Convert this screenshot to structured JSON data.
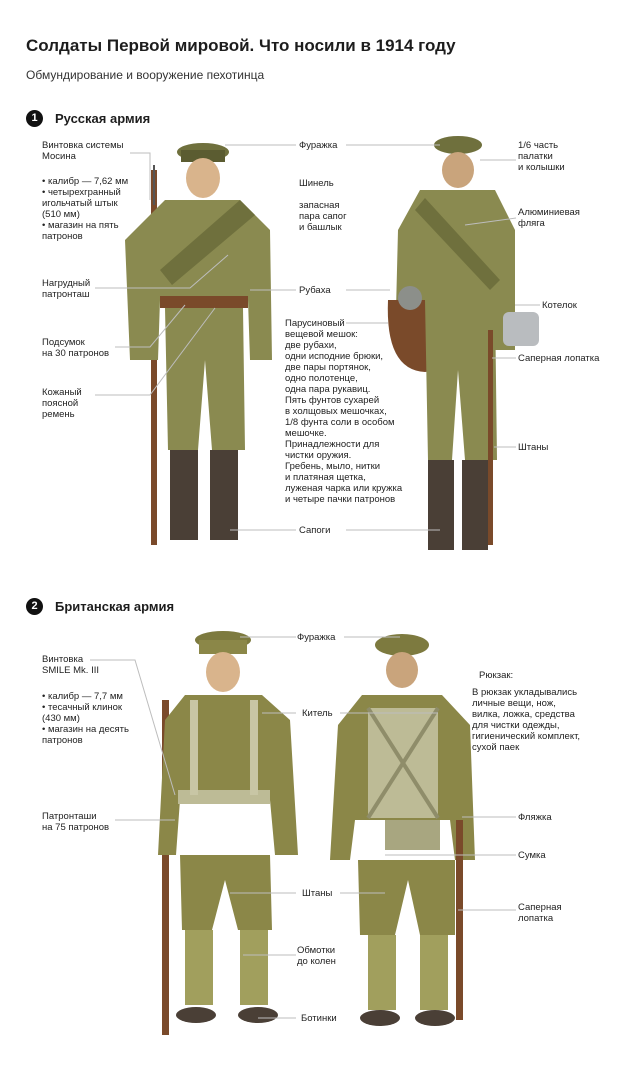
{
  "header": {
    "title": "Солдаты Первой мировой. Что носили в 1914 году",
    "subtitle": "Обмундирование и вооружение пехотинца"
  },
  "colors": {
    "uniform": "#8a8a50",
    "uniform_dark": "#6f703d",
    "leather": "#7a4a2a",
    "boots": "#4a3f36",
    "line": "#bdbdbd"
  },
  "sections": [
    {
      "number": "1",
      "title": "Русская армия",
      "labels": {
        "rifle": "Винтовка системы\nМосина",
        "rifle_specs": "• калибр — 7,62 мм\n• четырехгранный\nигольчатый штык\n(510 мм)\n• магазин на пять\nпатронов",
        "chest_bandolier": "Нагрудный\nпатронташ",
        "pouch": "Подсумок\nна 30 патронов",
        "belt": "Кожаный\nпоясной\nремень",
        "cap": "Фуражка",
        "greatcoat": "Шинель",
        "spare_boots": "запасная\nпара сапог\nи башлык",
        "shirt": "Рубаха",
        "kit_bag": "Парусиновый\nвещевой мешок:",
        "kit_bag_contents": "две рубахи,\nодни исподние брюки,\nдве пары портянок,\nодно полотенце,\nодна пара рукавиц.\nПять фунтов сухарей\nв холщовых мешочках,\n1/8 фунта соли в особом\nмешочке.\nПринадлежности для\nчистки оружия.\nГребень, мыло, нитки\nи платяная щетка,\nлуженая чарка или кружка\nи четыре пачки патронов",
        "boots": "Сапоги",
        "tent": "1/6 часть\nпалатки\nи колышки",
        "flask": "Алюминиевая\nфляга",
        "pot": "Котелок",
        "shovel": "Саперная лопатка",
        "trousers": "Штаны"
      }
    },
    {
      "number": "2",
      "title": "Британская армия",
      "labels": {
        "rifle": "Винтовка\nSMILE Mk. III",
        "rifle_specs": "• калибр — 7,7 мм\n• тесачный клинок\n(430 мм)\n• магазин на десять\nпатронов",
        "bandoliers": "Патронташи\nна 75 патронов",
        "cap": "Фуражка",
        "tunic": "Китель",
        "trousers": "Штаны",
        "puttees": "Обмотки\nдо колен",
        "shoes": "Ботинки",
        "backpack": "Рюкзак:",
        "backpack_contents": "В рюкзак укладывались\nличные вещи, нож,\nвилка, ложка, средства\nдля чистки одежды,\nгигиенический комплект,\nсухой паек",
        "flask": "Фляжка",
        "bag": "Сумка",
        "shovel": "Саперная\nлопатка"
      }
    }
  ]
}
